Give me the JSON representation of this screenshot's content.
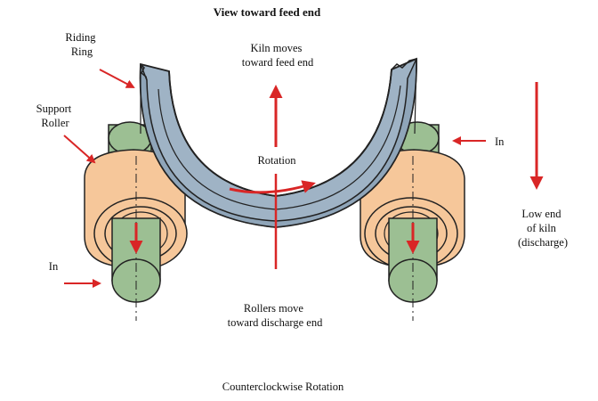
{
  "title": "View toward feed end",
  "labels": {
    "riding_ring": [
      "Riding",
      "Ring"
    ],
    "support_roller": [
      "Support",
      "Roller"
    ],
    "kiln_moves": [
      "Kiln moves",
      "toward feed end"
    ],
    "rotation": "Rotation",
    "in_left": "In",
    "in_right": "In",
    "low_end": [
      "Low end",
      "of kiln",
      "(discharge)"
    ],
    "rollers_move": [
      "Rollers move",
      "toward discharge end"
    ]
  },
  "caption": "Counterclockwise Rotation",
  "colors": {
    "ring": "#9fb3c5",
    "roller": "#f6c79a",
    "shaft": "#9cbf93",
    "arrow": "#d92626",
    "outline": "#222222"
  }
}
